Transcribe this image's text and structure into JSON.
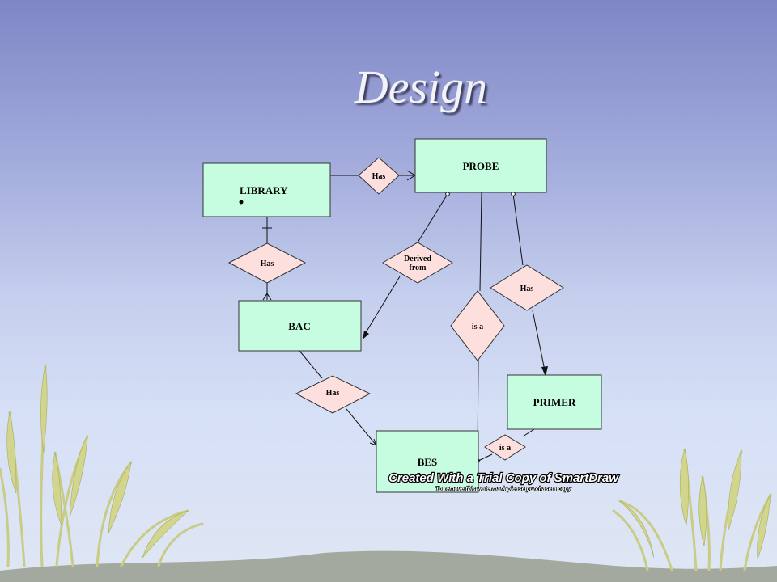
{
  "slide": {
    "title": "Design"
  },
  "diagram": {
    "entities": {
      "library": "LIBRARY",
      "probe": "PROBE",
      "bac": "BAC",
      "primer": "PRIMER",
      "bes": "BES"
    },
    "relationships": {
      "has_library_probe": "Has",
      "has_library_bac": "Has",
      "derived_from_line1": "Derived",
      "derived_from_line2": "from",
      "has_probe_primer": "Has",
      "is_a_probe_bes": "is a",
      "has_bac_bes": "Has",
      "is_a_bes_primer": "is a"
    },
    "watermark": {
      "line1": "Created With a Trial Copy of SmartDraw",
      "line2": "To remove this watermark please purchase a copy"
    }
  },
  "colors": {
    "entity_fill": "#c6fde0",
    "relationship_fill": "#fde0de",
    "background_top": "#7f86c6",
    "background_bottom": "#dfe6f4",
    "ground": "#a4a9a0"
  }
}
